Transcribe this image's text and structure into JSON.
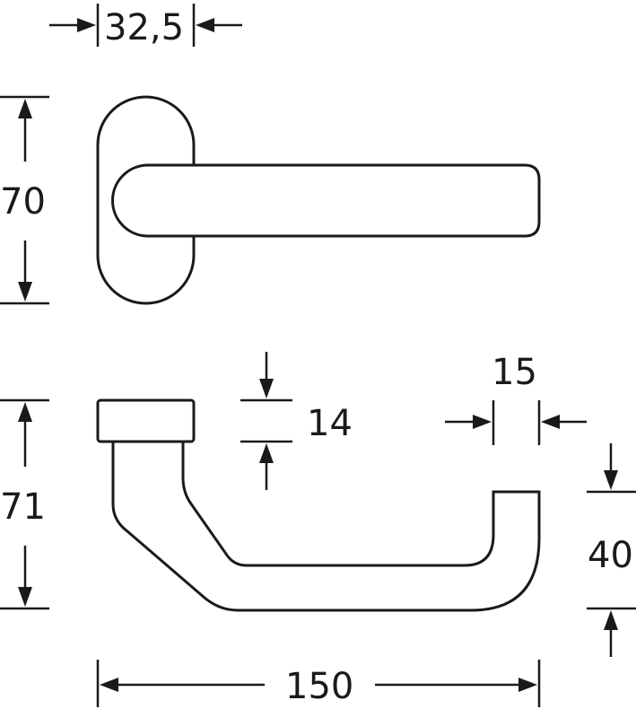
{
  "dimensions": {
    "rose_width": "32,5",
    "rose_height": "70",
    "total_height": "71",
    "grip_thickness": "14",
    "end_width": "15",
    "end_height": "40",
    "total_length": "150"
  }
}
